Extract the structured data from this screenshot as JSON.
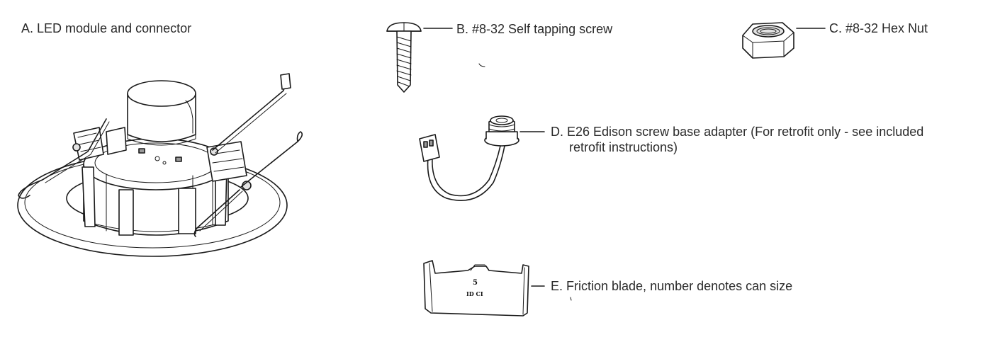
{
  "parts": {
    "a": {
      "label": "A. LED module and connector",
      "icon": "led-module-icon"
    },
    "b": {
      "label": "B. #8-32 Self tapping screw",
      "icon": "screw-icon"
    },
    "c": {
      "label": "C. #8-32 Hex Nut",
      "icon": "hex-nut-icon"
    },
    "d": {
      "label_line1": "D. E26 Edison screw base adapter (For retrofit only - see included",
      "label_line2": "retrofit instructions)",
      "icon": "edison-adapter-icon"
    },
    "e": {
      "label": "E. Friction blade, number denotes can size",
      "icon": "friction-blade-icon",
      "blade_number": "5"
    }
  }
}
